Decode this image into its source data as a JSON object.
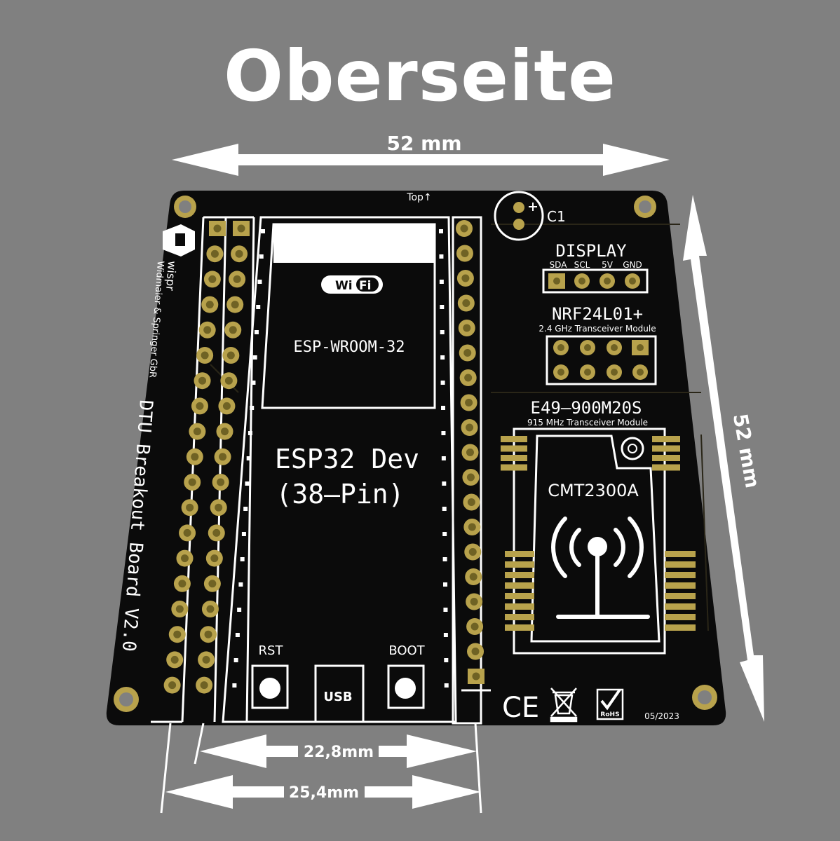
{
  "title": "Oberseite",
  "dimensions": {
    "width": "52 mm",
    "height": "52 mm",
    "inner": "22,8mm",
    "outer": "25,4mm"
  },
  "board": {
    "name": "DTU Breakout Board V2.0",
    "logo_text": "wispr",
    "company": "Widmaier & Springer GbR",
    "top_marker": "Top↑",
    "date": "05/2023",
    "capacitor": "C1",
    "esp_module": "ESP-WROOM-32",
    "wifi_left": "Wi",
    "wifi_right": "Fi",
    "esp_dev_line1": "ESP32 Dev",
    "esp_dev_line2": "(38–Pin)",
    "rst": "RST",
    "boot": "BOOT",
    "usb": "USB",
    "display_title": "DISPLAY",
    "display_pins": [
      "SDA",
      "SCL",
      "5V",
      "GND"
    ],
    "nrf_title": "NRF24L01+",
    "nrf_subtitle": "2.4 GHz Transceiver Module",
    "e49_title": "E49–900M20S",
    "e49_subtitle": "915 MHz Transceiver Module",
    "cmt_chip": "CMT2300A",
    "ce_mark": "CE",
    "rohs_mark": "RoHS"
  },
  "colors": {
    "background": "#808080",
    "pcb": "#0b0b0b",
    "silkscreen": "#ffffff",
    "copper_pad": "#b8a24c",
    "pad_hole": "#6f6224"
  }
}
